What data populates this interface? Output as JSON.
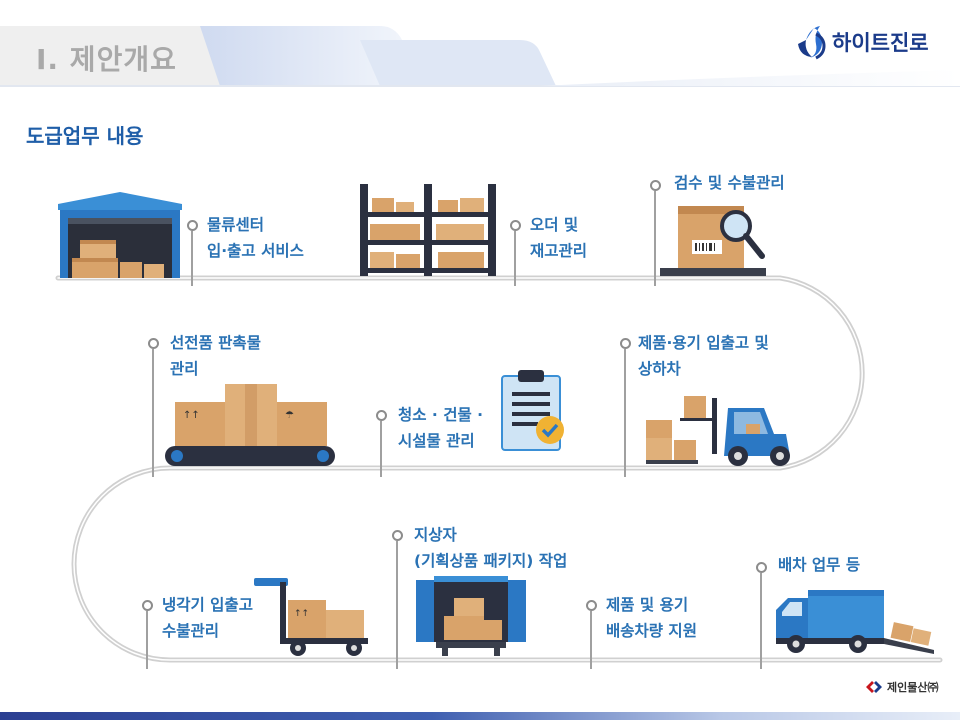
{
  "header": {
    "section_title": "Ⅰ. 제안개요",
    "brand_name": "하이트진로"
  },
  "subtitle": "도급업무 내용",
  "items": [
    {
      "lines": [
        "물류센터",
        "입·출고 서비스"
      ],
      "icon": "warehouse-icon"
    },
    {
      "lines": [
        "오더 및",
        "재고관리"
      ],
      "icon": "shelving-rack-icon"
    },
    {
      "lines": [
        "검수 및 수불관리"
      ],
      "icon": "inspection-box-icon"
    },
    {
      "lines": [
        "선전품 판촉물",
        "관리"
      ],
      "icon": "conveyor-boxes-icon"
    },
    {
      "lines": [
        "청소 · 건물 ·",
        "시설물 관리"
      ],
      "icon": "checklist-clipboard-icon"
    },
    {
      "lines": [
        "제품·용기 입출고 및",
        "상하차"
      ],
      "icon": "forklift-icon"
    },
    {
      "lines": [
        "냉각기 입출고",
        "수불관리"
      ],
      "icon": "hand-truck-icon"
    },
    {
      "lines": [
        "지상자",
        "(기획상품 패키지) 작업"
      ],
      "icon": "container-boxes-icon"
    },
    {
      "lines": [
        "제품 및 용기",
        "배송차량 지원"
      ],
      "icon": "route-pin-icon"
    },
    {
      "lines": [
        "배차 업무 등"
      ],
      "icon": "delivery-truck-icon"
    }
  ],
  "footer": {
    "company": "제인물산㈜"
  },
  "colors": {
    "accent": "#2a72b4",
    "title_blue": "#1f5ea8",
    "route": "#c9c9c9",
    "box": "#d9a36a"
  }
}
